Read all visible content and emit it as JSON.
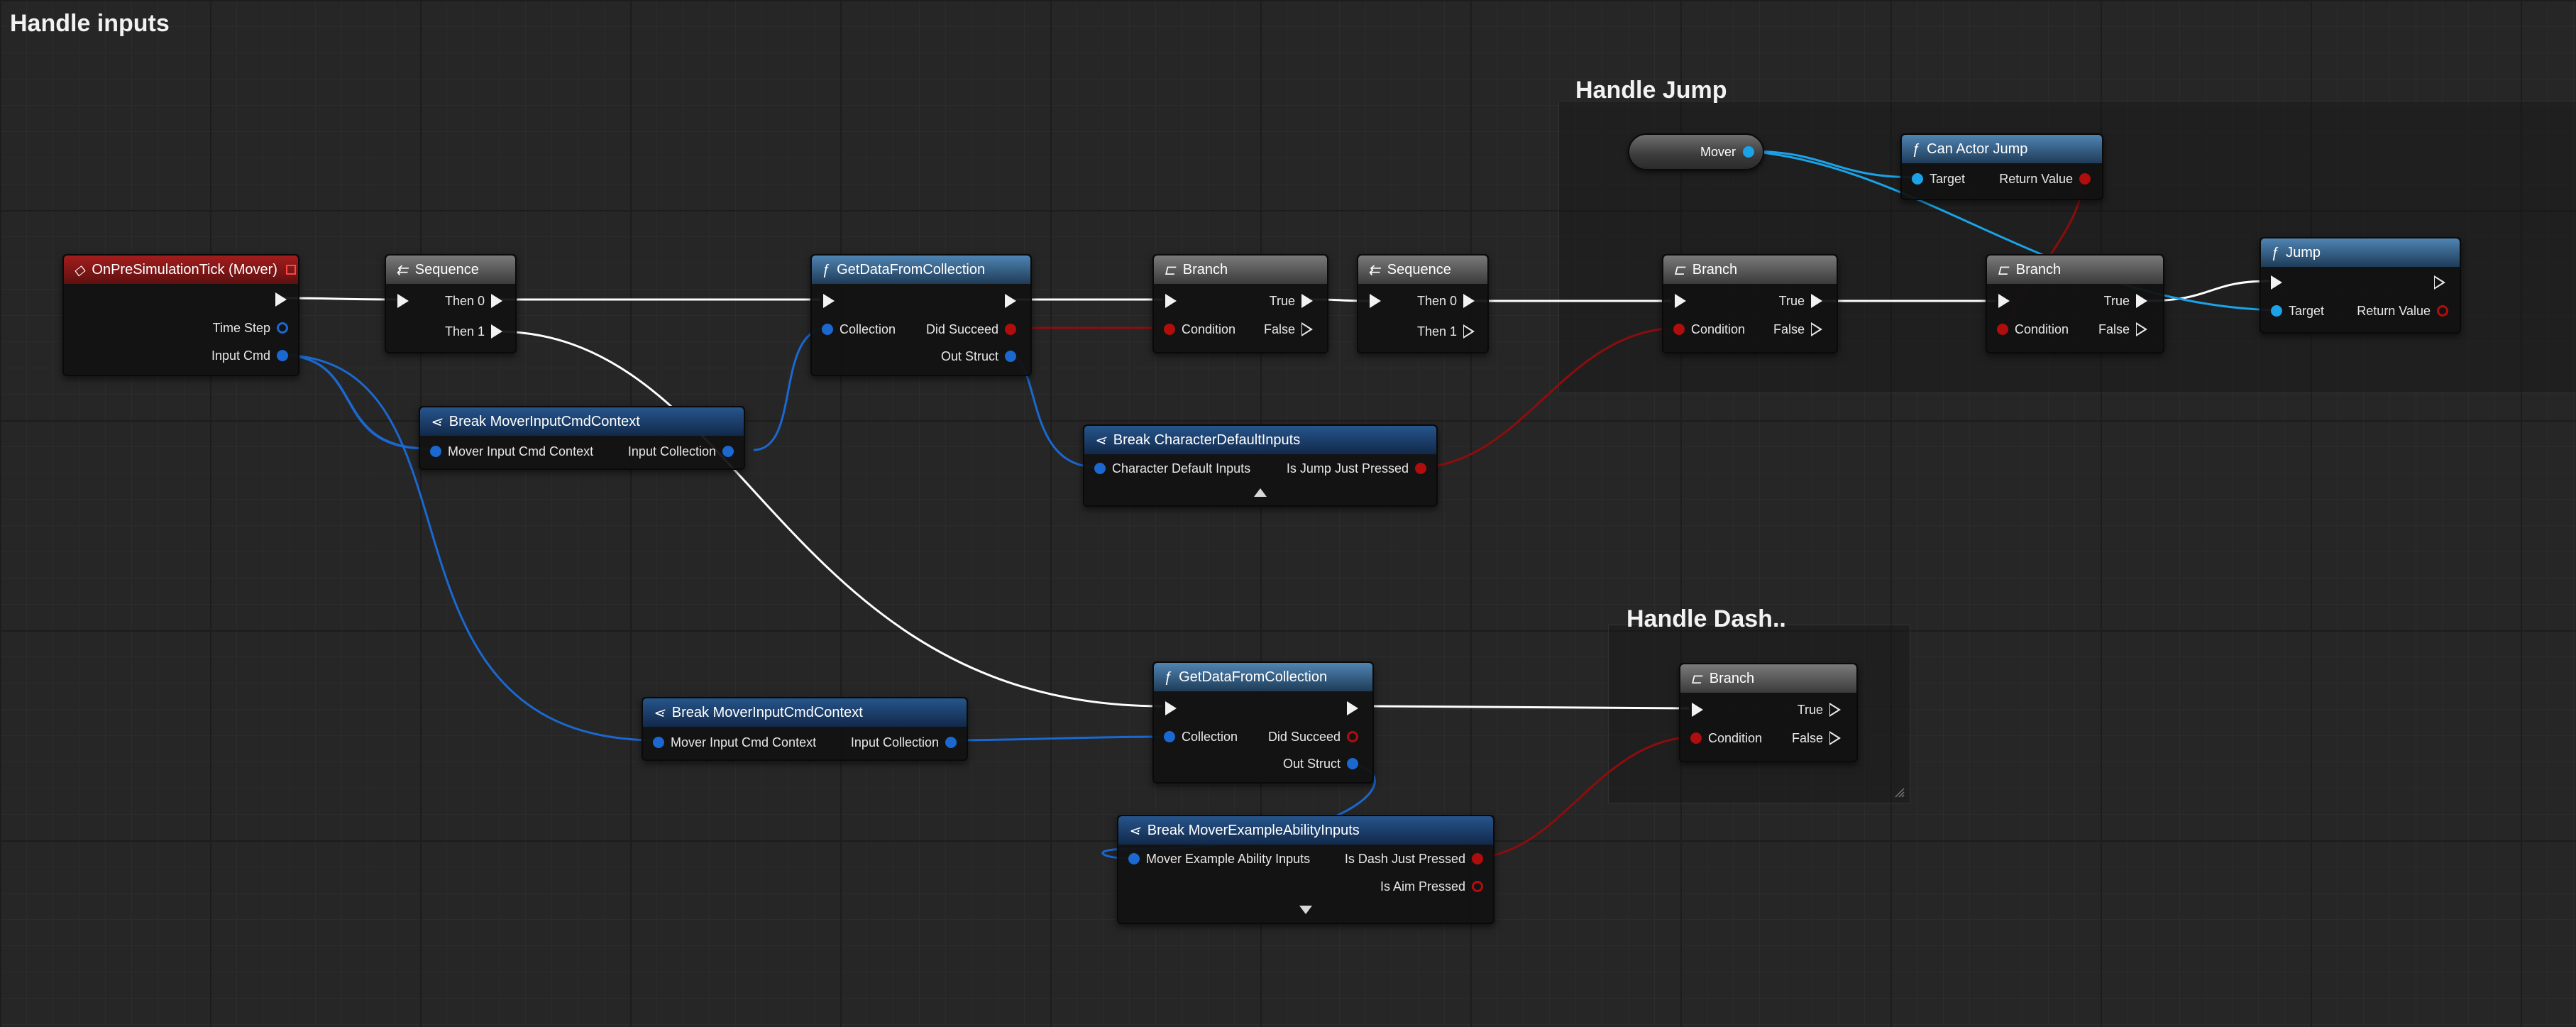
{
  "graph": {
    "title": "Handle inputs",
    "comments": {
      "jump": "Handle Jump",
      "dash": "Handle Dash.."
    }
  },
  "colors": {
    "exec": "#f2f2f2",
    "struct": "#1a68d0",
    "object": "#1aa3e8",
    "bool": "#b00d0d",
    "wire_exec": "#ffffff"
  },
  "icons": {
    "event": "diamond-icon",
    "sequence": "sequence-icon",
    "function": "function-icon",
    "branch": "branch-icon",
    "break": "break-struct-icon"
  },
  "nodes": {
    "event_tick": {
      "title": "OnPreSimulationTick (Mover)",
      "pins": {
        "time_step": "Time Step",
        "input_cmd": "Input Cmd"
      }
    },
    "sequence1": {
      "title": "Sequence",
      "pins": {
        "then0": "Then 0",
        "then1": "Then 1"
      }
    },
    "get_data1": {
      "title": "GetDataFromCollection",
      "pins": {
        "collection": "Collection",
        "did_succeed": "Did Succeed",
        "out_struct": "Out Struct"
      }
    },
    "break_ctx1": {
      "title": "Break MoverInputCmdContext",
      "pins": {
        "ctx": "Mover Input Cmd Context",
        "collection": "Input Collection"
      }
    },
    "branch1": {
      "title": "Branch",
      "pins": {
        "condition": "Condition",
        "true": "True",
        "false": "False"
      }
    },
    "break_char": {
      "title": "Break CharacterDefaultInputs",
      "pins": {
        "inputs": "Character Default Inputs",
        "jump": "Is Jump Just Pressed"
      }
    },
    "sequence2": {
      "title": "Sequence",
      "pins": {
        "then0": "Then 0",
        "then1": "Then 1"
      }
    },
    "branch2": {
      "title": "Branch",
      "pins": {
        "condition": "Condition",
        "true": "True",
        "false": "False"
      }
    },
    "mover_getter": {
      "label": "Mover"
    },
    "can_jump": {
      "title": "Can Actor Jump",
      "pins": {
        "target": "Target",
        "return_value": "Return Value"
      }
    },
    "branch3": {
      "title": "Branch",
      "pins": {
        "condition": "Condition",
        "true": "True",
        "false": "False"
      }
    },
    "jump": {
      "title": "Jump",
      "pins": {
        "target": "Target",
        "return_value": "Return Value"
      }
    },
    "break_ctx2": {
      "title": "Break MoverInputCmdContext",
      "pins": {
        "ctx": "Mover Input Cmd Context",
        "collection": "Input Collection"
      }
    },
    "get_data2": {
      "title": "GetDataFromCollection",
      "pins": {
        "collection": "Collection",
        "did_succeed": "Did Succeed",
        "out_struct": "Out Struct"
      }
    },
    "break_ability": {
      "title": "Break MoverExampleAbilityInputs",
      "pins": {
        "inputs": "Mover Example Ability Inputs",
        "dash": "Is Dash Just Pressed",
        "aim": "Is Aim Pressed"
      }
    },
    "branch4": {
      "title": "Branch",
      "pins": {
        "condition": "Condition",
        "true": "True",
        "false": "False"
      }
    }
  }
}
